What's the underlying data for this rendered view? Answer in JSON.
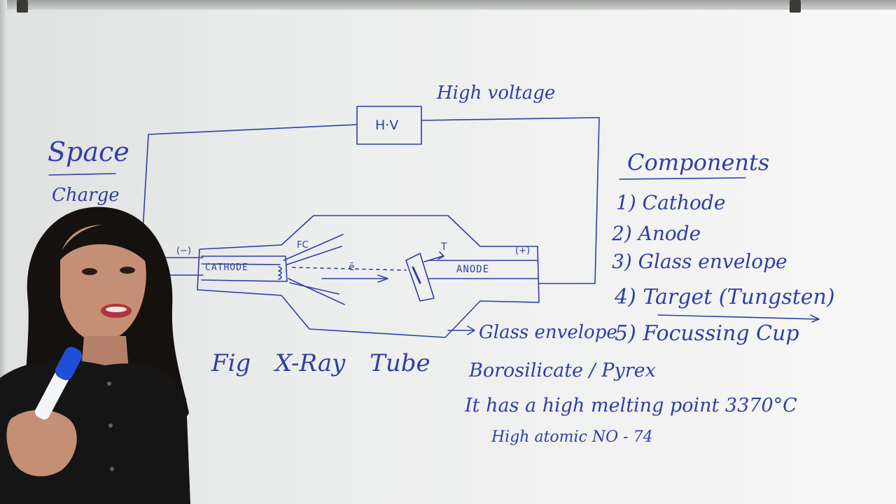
{
  "whiteboard": {
    "top_label": "High voltage",
    "hv_box": "H·V",
    "space_charge": [
      "Space",
      "Charge"
    ],
    "cathode_sign": "(−)",
    "anode_sign": "(+)",
    "cathode_label": "CATHODE",
    "anode_label": "ANODE",
    "fc_label": "FC",
    "electron_label": "ē",
    "target_label": "T",
    "glass_label": "Glass envelope",
    "fig_caption": "Fig   X-Ray Tube",
    "borosilicate": "Borosilicate / Pyrex",
    "melting_note": "It has a high melting point 3370°C",
    "atomic_note": "High atomic NO - 74",
    "components_title": "Components",
    "components": [
      "1) Cathode",
      "2) Anode",
      "3) Glass envelope",
      "4) Target (Tungsten)",
      "5) Focussing Cup"
    ]
  },
  "colors": {
    "ink": "#2f3fa3",
    "board": "#eef0ef",
    "marker_blue": "#1f4fd8"
  }
}
